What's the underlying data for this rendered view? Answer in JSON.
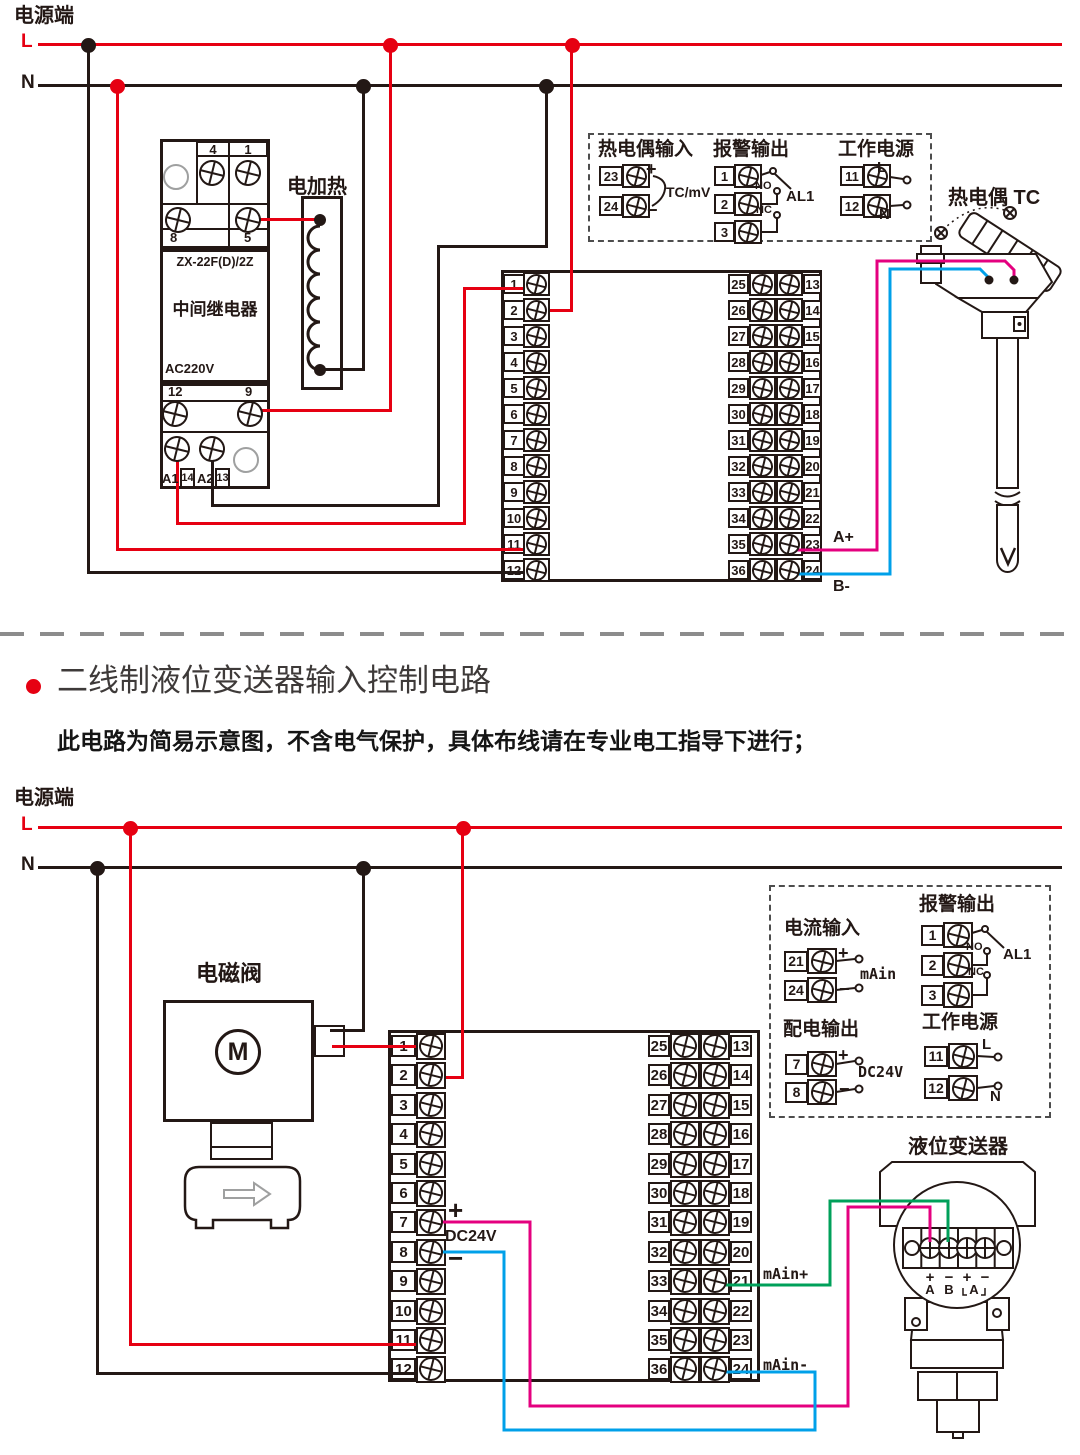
{
  "colors": {
    "line": "#231815",
    "red": "#e60012",
    "magenta": "#e4007f",
    "cyan": "#00a0e9",
    "green": "#00a05a",
    "gray": "#9fa0a0"
  },
  "instrument_terminals": {
    "left": [
      "1",
      "2",
      "3",
      "4",
      "5",
      "6",
      "7",
      "8",
      "9",
      "10",
      "11",
      "12"
    ],
    "inner": [
      "25",
      "26",
      "27",
      "28",
      "29",
      "30",
      "31",
      "32",
      "33",
      "34",
      "35",
      "36"
    ],
    "outer": [
      "13",
      "14",
      "15",
      "16",
      "17",
      "18",
      "19",
      "20",
      "21",
      "22",
      "23",
      "24"
    ]
  },
  "top": {
    "power_label": "电源端",
    "l": "L",
    "n": "N",
    "heater_label": "电加热",
    "relay": {
      "model": "ZX-22F(D)/2Z",
      "name": "中间继电器",
      "voltage": "AC220V",
      "t_top": [
        "4",
        "1"
      ],
      "t_mid": [
        "8",
        "5"
      ],
      "t_low": [
        "12",
        "9"
      ],
      "coil": [
        "A1",
        "14",
        "A2",
        "13"
      ]
    },
    "io": {
      "tc": {
        "title": "热电偶输入",
        "terminals": [
          "23",
          "24"
        ],
        "plus": "+",
        "minus": "−",
        "signal": "TC/mV"
      },
      "alarm": {
        "title": "报警输出",
        "terminals": [
          "1",
          "2",
          "3"
        ],
        "no": "NO",
        "nc": "NC",
        "name": "AL1"
      },
      "power": {
        "title": "工作电源",
        "terminals": [
          "11",
          "12"
        ],
        "l": "L",
        "n": "N"
      }
    },
    "tc_name": "热电偶 TC",
    "a_plus": "A+",
    "b_minus": "B-"
  },
  "heading": {
    "title": "二线制液位变送器输入控制电路",
    "subtitle": "此电路为简易示意图，不含电气保护，具体布线请在专业电工指导下进行；"
  },
  "bot": {
    "power_label": "电源端",
    "l": "L",
    "n": "N",
    "valve": {
      "label": "电磁阀",
      "motor": "M"
    },
    "dc": {
      "plus": "+",
      "label": "DC24V",
      "minus": "−"
    },
    "io": {
      "current": {
        "title": "电流输入",
        "terminals": [
          "21",
          "24"
        ],
        "plus": "+",
        "minus": "−",
        "signal": "mAin"
      },
      "alarm": {
        "title": "报警输出",
        "terminals": [
          "1",
          "2",
          "3"
        ],
        "no": "NO",
        "nc": "NC",
        "name": "AL1"
      },
      "dist": {
        "title": "配电输出",
        "terminals": [
          "7",
          "8"
        ],
        "plus": "+",
        "minus": "−",
        "signal": "DC24V"
      },
      "power": {
        "title": "工作电源",
        "terminals": [
          "11",
          "12"
        ],
        "l": "L",
        "n": "N"
      }
    },
    "transmitter": {
      "label": "液位变送器",
      "signs": [
        "+",
        "−",
        "+",
        "−"
      ],
      "names": [
        "A",
        "B",
        "A"
      ]
    },
    "main_plus": "mAin+",
    "main_minus": "mAin-"
  }
}
